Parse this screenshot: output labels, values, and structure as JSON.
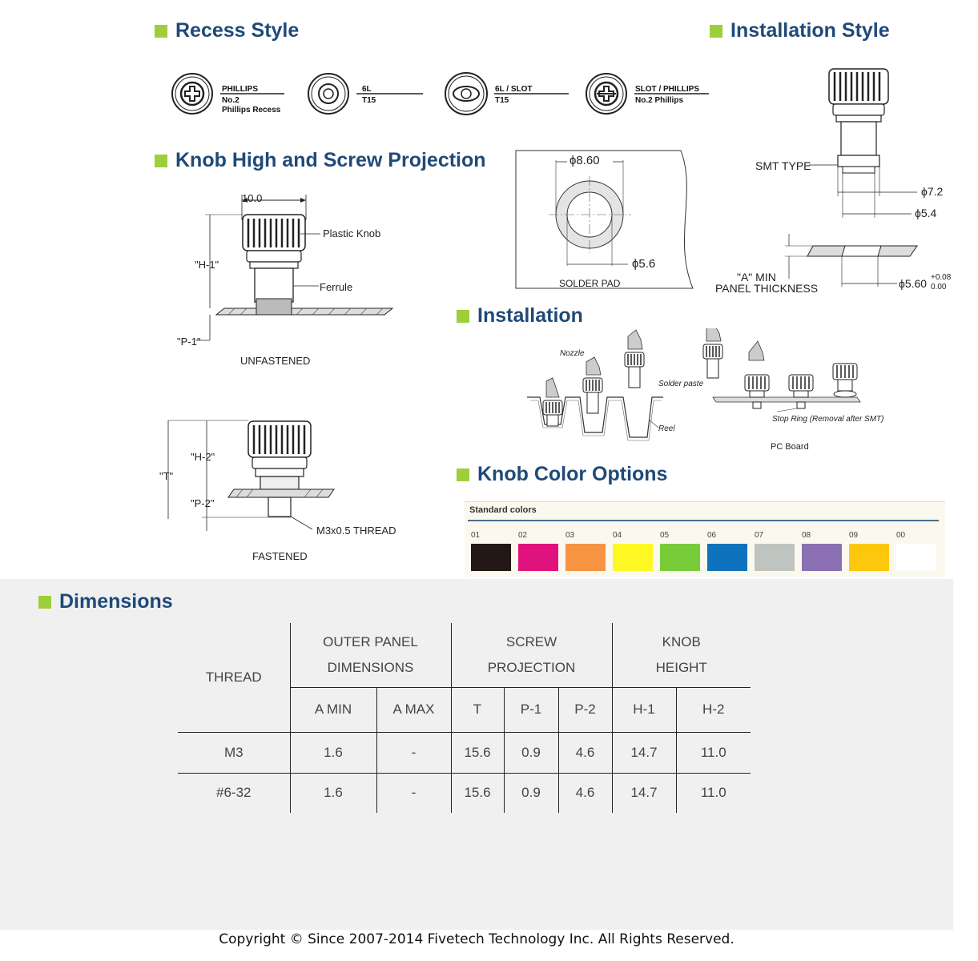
{
  "headings": {
    "recess_style": "Recess Style",
    "installation_style": "Installation Style",
    "knob_high": "Knob High and Screw Projection",
    "installation": "Installation",
    "knob_color": "Knob Color Options",
    "dimensions": "Dimensions"
  },
  "recess": [
    {
      "line1": "PHILLIPS",
      "line2": "No.2",
      "line3": "Phillips Recess",
      "icon": "phillips-recess-icon"
    },
    {
      "line1": "6L",
      "line2": "T15",
      "line3": "",
      "icon": "torx-recess-icon"
    },
    {
      "line1": "6L / SLOT",
      "line2": "T15",
      "line3": "",
      "icon": "torx-slot-recess-icon"
    },
    {
      "line1": "SLOT / PHILLIPS",
      "line2": "No.2 Phillips",
      "line3": "",
      "icon": "slot-phillips-recess-icon"
    }
  ],
  "knob_drawing": {
    "width_dim": "10.0",
    "plastic_knob": "Plastic Knob",
    "ferrule": "Ferrule",
    "h1": "\"H-1\"",
    "p1": "\"P-1\"",
    "unfastened": "UNFASTENED",
    "h2": "\"H-2\"",
    "t": "\"T\"",
    "p2": "\"P-2\"",
    "thread": "M3x0.5 THREAD",
    "fastened": "FASTENED"
  },
  "solder_pad": {
    "outer": "ϕ8.60",
    "inner": "ϕ5.6",
    "label": "SOLDER PAD"
  },
  "install_style": {
    "smt": "SMT TYPE",
    "d1": "ϕ7.2",
    "d2": "ϕ5.4",
    "a_min": "\"A\" MIN",
    "panel": "PANEL THICKNESS",
    "hole": "ϕ5.60",
    "tol_plus": "+0.08",
    "tol_minus": "0.00"
  },
  "installation": {
    "nozzle": "Nozzle",
    "solder_paste": "Solder paste",
    "reel": "Reel",
    "stop_ring": "Stop Ring (Removal after SMT)",
    "pc_board": "PC Board"
  },
  "colors": {
    "title": "Standard colors",
    "items": [
      {
        "code": "01",
        "hex": "#231816"
      },
      {
        "code": "02",
        "hex": "#e0127e"
      },
      {
        "code": "03",
        "hex": "#f79443"
      },
      {
        "code": "04",
        "hex": "#fdf724"
      },
      {
        "code": "05",
        "hex": "#78cc3a"
      },
      {
        "code": "06",
        "hex": "#0f72bd"
      },
      {
        "code": "07",
        "hex": "#bfc4c0"
      },
      {
        "code": "08",
        "hex": "#8b70b4"
      },
      {
        "code": "09",
        "hex": "#fdc70e"
      },
      {
        "code": "00",
        "hex": "#ffffff"
      }
    ]
  },
  "table": {
    "thread": "THREAD",
    "outer_panel_1": "OUTER PANEL",
    "outer_panel_2": "DIMENSIONS",
    "screw_1": "SCREW",
    "screw_2": "PROJECTION",
    "knob_1": "KNOB",
    "knob_2": "HEIGHT",
    "subheaders": [
      "A MIN",
      "A MAX",
      "T",
      "P-1",
      "P-2",
      "H-1",
      "H-2"
    ],
    "rows": [
      [
        "M3",
        "1.6",
        "-",
        "15.6",
        "0.9",
        "4.6",
        "14.7",
        "11.0"
      ],
      [
        "#6-32",
        "1.6",
        "-",
        "15.6",
        "0.9",
        "4.6",
        "14.7",
        "11.0"
      ]
    ]
  },
  "copyright": "Copyright © Since 2007-2014 Fivetech Technology Inc. All Rights Reserved."
}
